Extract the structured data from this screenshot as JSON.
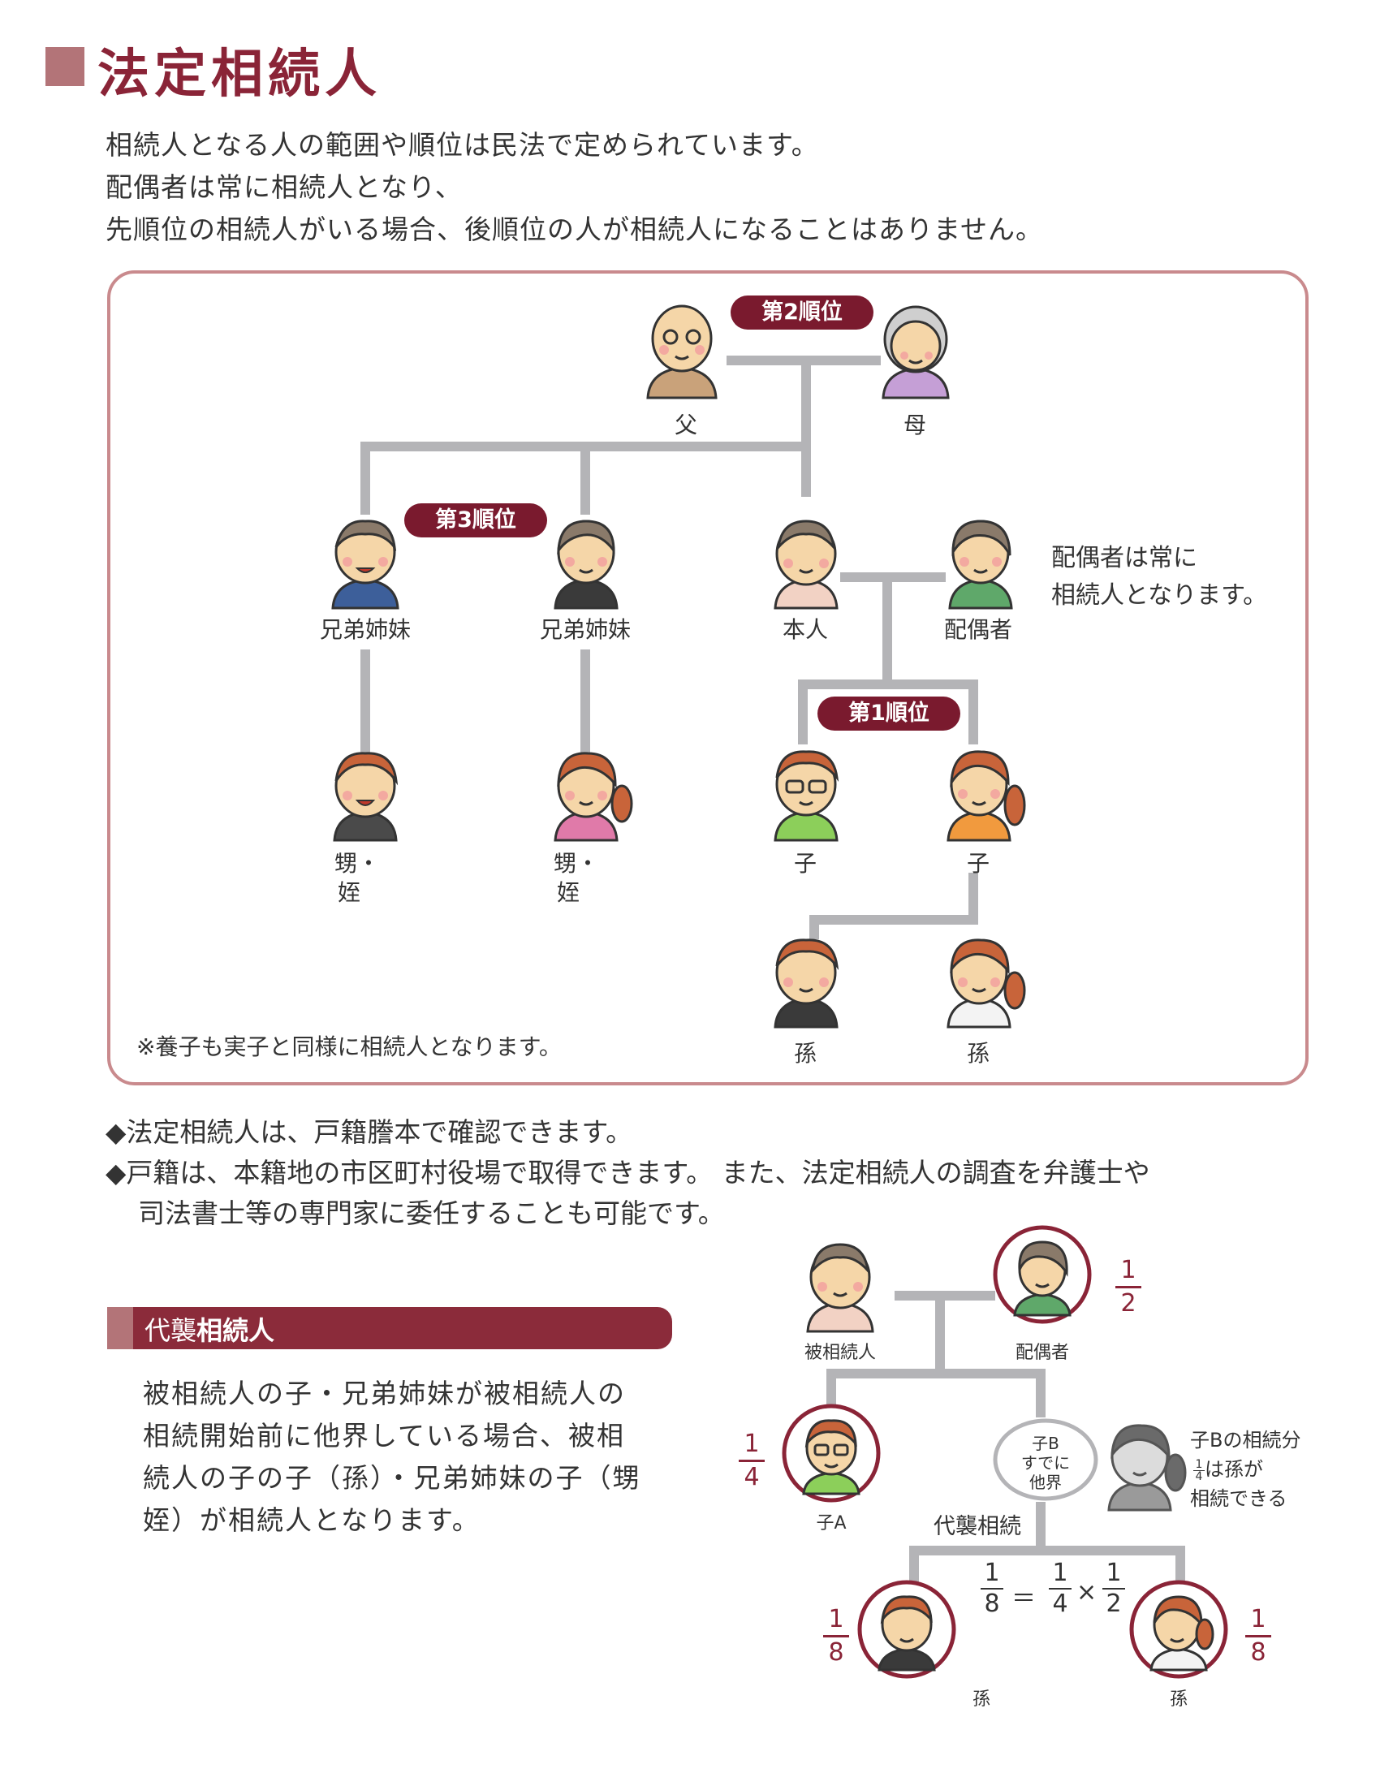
{
  "title": "法定相続人",
  "intro": [
    "相続人となる人の範囲や順位は民法で定められています。",
    "配偶者は常に相続人となり、",
    "先順位の相続人がいる場合、後順位の人が相続人になることはありません。"
  ],
  "ranks": {
    "second": "第2順位",
    "third": "第3順位",
    "first": "第1順位"
  },
  "labels": {
    "father": "父",
    "mother": "母",
    "sibling1": "兄弟姉妹",
    "sibling2": "兄弟姉妹",
    "self": "本人",
    "spouse": "配偶者",
    "nephew1_a": "甥・",
    "nephew1_b": "姪",
    "nephew2_a": "甥・",
    "nephew2_b": "姪",
    "child1": "子",
    "child2": "子",
    "grandchild1": "孫",
    "grandchild2": "孫"
  },
  "spouse_note": [
    "配偶者は常に",
    "相続人となります。"
  ],
  "adoption_note": "※養子も実子と同様に相続人となります。",
  "bullets": [
    "◆法定相続人は、戸籍謄本で確認できます。",
    "◆戸籍は、本籍地の市区町村役場で取得できます。 また、法定相続人の調査を弁護士や",
    "司法書士等の専門家に委任することも可能です。"
  ],
  "section": {
    "title_plain": "代襲",
    "title_bold": "相続人",
    "body": [
      "被相続人の子・兄弟姉妹が被相続人の",
      "相続開始前に他界している場合、被相",
      "続人の子の子（孫）・兄弟姉妹の子（甥",
      "姪）が相続人となります。"
    ]
  },
  "diagram2": {
    "decedent": "被相続人",
    "spouse": "配偶者",
    "childA": "子A",
    "childB_lines": [
      "子B",
      "すでに",
      "他界"
    ],
    "note_line1": "子Bの相続分",
    "note_line2": "は孫が",
    "note_line3": "相続できる",
    "note_frac_num": "1",
    "note_frac_den": "4",
    "substitute_label": "代襲相続",
    "grandchild1": "孫",
    "grandchild2": "孫",
    "share_spouse": {
      "num": "1",
      "den": "2"
    },
    "share_childA": {
      "num": "1",
      "den": "4"
    },
    "share_grand1": {
      "num": "1",
      "den": "8"
    },
    "share_grand2": {
      "num": "1",
      "den": "8"
    },
    "equation": {
      "lhs_num": "1",
      "lhs_den": "8",
      "eq": "＝",
      "a_num": "1",
      "a_den": "4",
      "times": "×",
      "b_num": "1",
      "b_den": "2"
    }
  },
  "colors": {
    "accent": "#8a2437",
    "badge": "#7a1a2e",
    "frame": "#c98a8d",
    "line": "#b4b4b7"
  }
}
